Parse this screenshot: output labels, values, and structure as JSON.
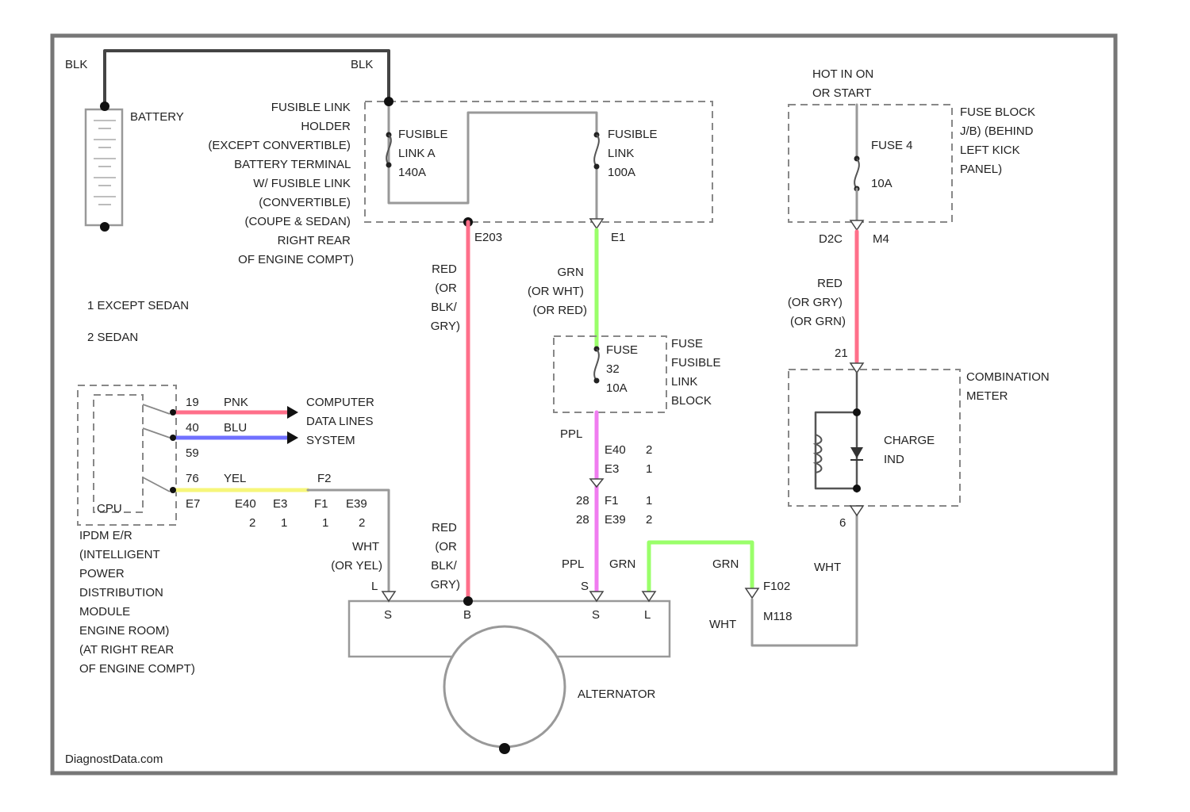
{
  "colors": {
    "frame": "#777777",
    "wire_gray": "#999999",
    "wire_red": "#ff6f8a",
    "wire_green": "#9aff6a",
    "wire_violet": "#f07cf0",
    "wire_blue": "#7070ff",
    "wire_yellow": "#f6f67a",
    "wire_black": "#444444"
  },
  "battery": {
    "label": "BATTERY",
    "wire_left": "BLK",
    "wire_right": "BLK"
  },
  "fusible_link_holder": {
    "lines": [
      "FUSIBLE LINK",
      "HOLDER",
      "(EXCEPT CONVERTIBLE)",
      "BATTERY TERMINAL",
      "W/ FUSIBLE LINK",
      "(CONVERTIBLE)",
      "(COUPE & SEDAN)",
      "RIGHT REAR",
      "OF ENGINE COMPT)"
    ],
    "fuse_a": [
      "FUSIBLE",
      "LINK A",
      "140A"
    ],
    "fuse_b": [
      "FUSIBLE",
      "LINK",
      "100A"
    ],
    "conn_left": "E203",
    "conn_right": "E1"
  },
  "notes": [
    "1  EXCEPT SEDAN",
    "2  SEDAN"
  ],
  "hot_in_on": [
    "HOT IN ON",
    "OR START"
  ],
  "fuse_block": {
    "title": [
      "FUSE BLOCK",
      "J/B) (BEHIND",
      "LEFT KICK",
      "PANEL)"
    ],
    "fuse": [
      "FUSE 4",
      "10A"
    ],
    "conn_left": "D2C",
    "conn_right": "M4"
  },
  "wires": {
    "red_blk_top": [
      "RED",
      "(OR",
      "BLK/",
      "GRY)"
    ],
    "grn_top": [
      "GRN",
      "(OR WHT)",
      "(OR RED)"
    ],
    "red_right": [
      "RED",
      "(OR GRY)",
      "(OR GRN)"
    ],
    "ppl": "PPL",
    "ppl_bottom": "PPL",
    "grn_bottom": "GRN",
    "grn_right": "GRN",
    "red_blk_bottom": [
      "RED",
      "(OR",
      "BLK/",
      "GRY)"
    ],
    "wht_or_yel": [
      "WHT",
      "(OR YEL)"
    ],
    "wht_right": "WHT",
    "wht_bottom": "WHT"
  },
  "ipdm_fuse": {
    "label_fuse": [
      "FUSE",
      "32",
      "10A"
    ],
    "label_block": [
      "FUSE",
      "FUSIBLE",
      "LINK",
      "BLOCK"
    ],
    "conn_e40": "E40",
    "conn_e3": "E3",
    "conn_f1": "F1",
    "conn_e39": "E39",
    "pin_e40": "2",
    "pin_e3": "1",
    "pin_f1": "1",
    "pin_e39": "2",
    "pin_28a": "28",
    "pin_28b": "28"
  },
  "combination_meter": {
    "title": [
      "COMBINATION",
      "METER"
    ],
    "lamp": [
      "CHARGE",
      "IND"
    ],
    "pin_top": "21",
    "pin_bottom": "6"
  },
  "ipdm": {
    "title": [
      "IPDM E/R",
      "(INTELLIGENT",
      "POWER",
      "DISTRIBUTION",
      "MODULE",
      "ENGINE ROOM)",
      "(AT RIGHT REAR",
      "OF ENGINE COMPT)"
    ],
    "pin_19": "19",
    "pin_19_color": "PNK",
    "pin_40": "40",
    "pin_40_color": "BLU",
    "pin_59": "59",
    "pin_76": "76",
    "pin_76_color": "YEL",
    "conn_e7": "E7",
    "conn_e40": "E40",
    "conn_e3": "E3",
    "conn_f1": "F1",
    "conn_e39": "E39",
    "conn_f1_top": "F2",
    "pin_2a": "2",
    "pin_1a": "1",
    "pin_1b": "1",
    "pin_2b": "2",
    "can_lines": [
      "COMPUTER",
      "DATA LINES",
      "SYSTEM"
    ],
    "label_ecu": "CPU"
  },
  "alternator": {
    "label": "ALTERNATOR",
    "pins": [
      "S",
      "B",
      "S",
      "L"
    ],
    "conn_f102": "F102",
    "conn_m118": "M118",
    "pin_bottom_l": "L",
    "pin_bottom_s": "S"
  },
  "watermark": "DiagnostData.com"
}
